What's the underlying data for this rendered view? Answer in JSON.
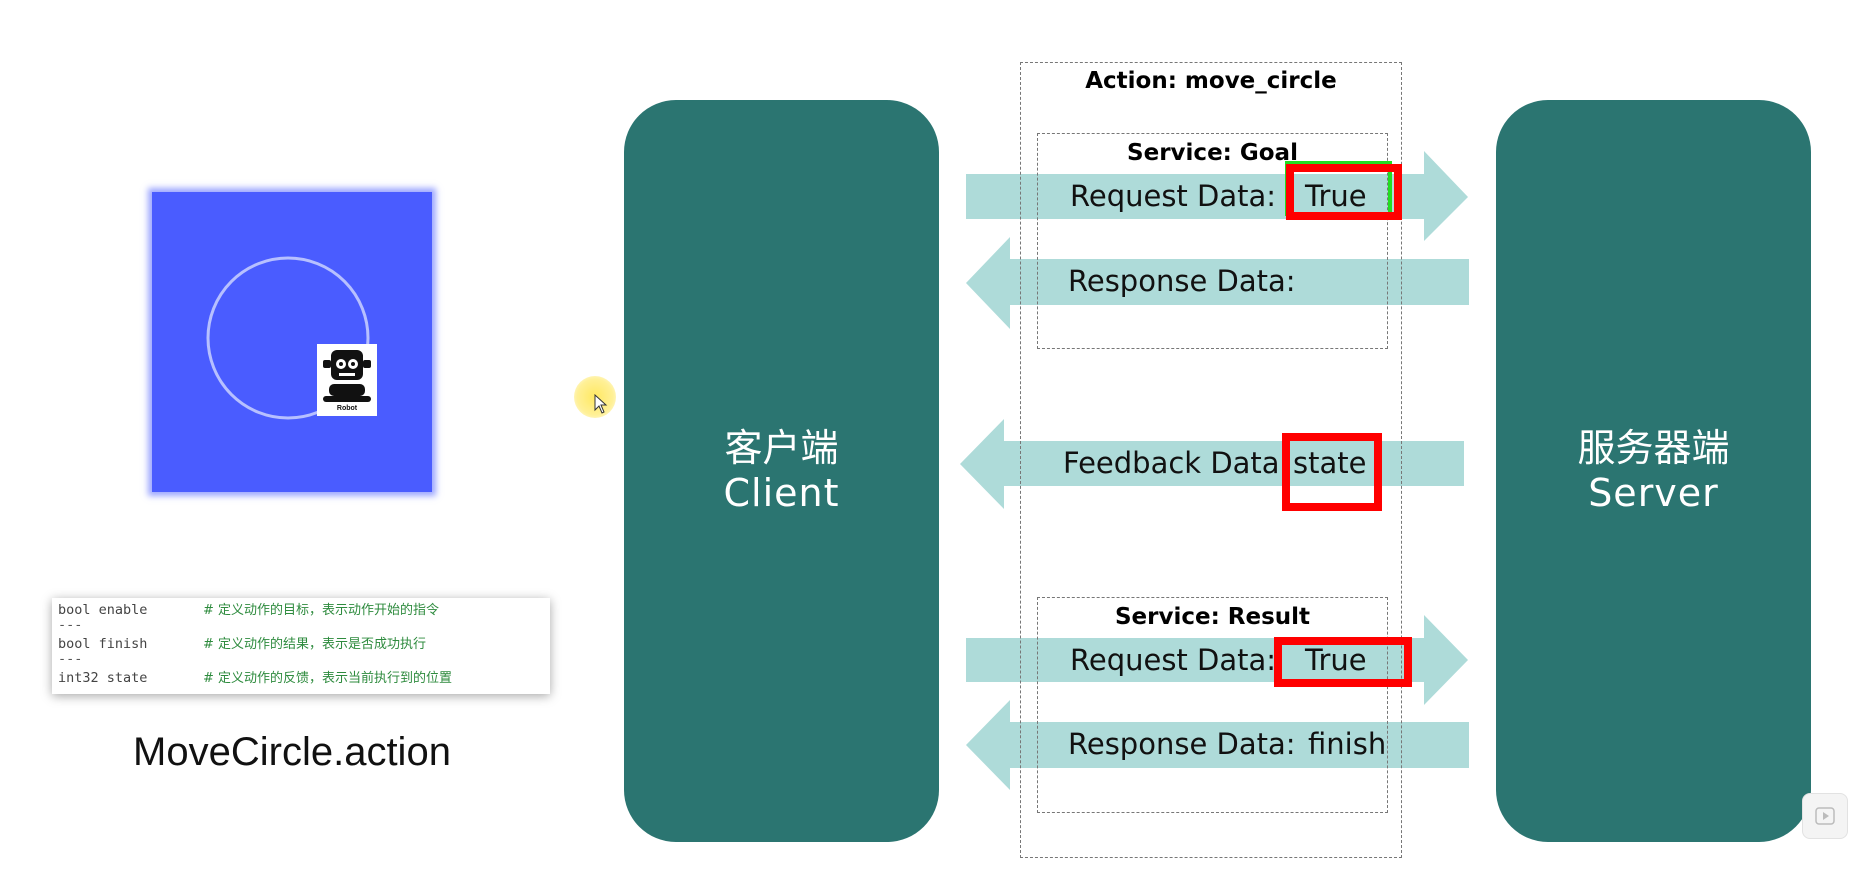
{
  "simulation": {
    "background_color": "#4a5cff",
    "robot_label": "Robot"
  },
  "code_snippet": {
    "lines": [
      {
        "code": "bool enable",
        "comment": "# 定义动作的目标，表示动作开始的指令"
      },
      {
        "separator": "---"
      },
      {
        "code": "bool finish",
        "comment": "# 定义动作的结果，表示是否成功执行"
      },
      {
        "separator": "---"
      },
      {
        "code": "int32 state",
        "comment": "# 定义动作的反馈，表示当前执行到的位置"
      }
    ]
  },
  "file_label": "MoveCircle.action",
  "client": {
    "cn": "客户端",
    "en": "Client"
  },
  "server": {
    "cn": "服务器端",
    "en": "Server"
  },
  "action_title": "Action:   move_circle",
  "goal_service": {
    "title": "Service:   Goal",
    "request_label": "Request Data:",
    "request_value": "True",
    "response_label": "Response Data:",
    "response_value": ""
  },
  "feedback": {
    "label": "Feedback Data:",
    "value": "state"
  },
  "result_service": {
    "title": "Service:   Result",
    "request_label": "Request Data:",
    "request_value": "True",
    "response_label": "Response Data:",
    "response_value": "finish"
  },
  "colors": {
    "node": "#2b7571",
    "arrow": "#aedbd9",
    "highlight": "#ff0000",
    "highlight_green": "#22dd22"
  },
  "icons": [
    "robot-icon",
    "play-icon",
    "cursor-icon"
  ]
}
